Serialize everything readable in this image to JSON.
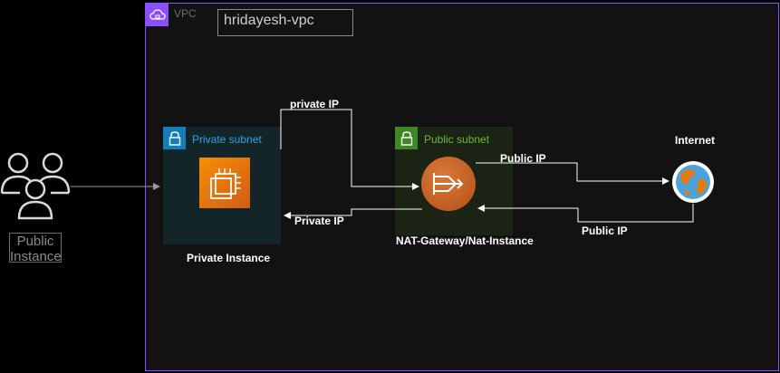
{
  "vpc": {
    "label": "VPC",
    "name": "hridayesh-vpc"
  },
  "private_subnet": {
    "label": "Private subnet",
    "instance_label": "Private Instance"
  },
  "public_subnet": {
    "label": "Public subnet",
    "nat_label": "NAT-Gateway/Nat-Instance"
  },
  "internet": {
    "label": "Internet"
  },
  "users": {
    "label": "Public Instance"
  },
  "edges": {
    "private_ip_top": "private IP",
    "private_ip_return": "Private IP",
    "public_ip_out": "Public IP",
    "public_ip_in": "Public IP"
  },
  "colors": {
    "vpc_border": "#8c4fff",
    "private_subnet": "#147eba",
    "public_subnet": "#3f8624",
    "ec2": "#f78e04",
    "nat": "#c45d22"
  },
  "icons": {
    "vpc": "cloud-lock-icon",
    "subnet": "lock-icon",
    "instance": "ec2-chip-icon",
    "nat": "nat-gateway-icon",
    "internet": "globe-icon",
    "users": "users-group-icon"
  }
}
